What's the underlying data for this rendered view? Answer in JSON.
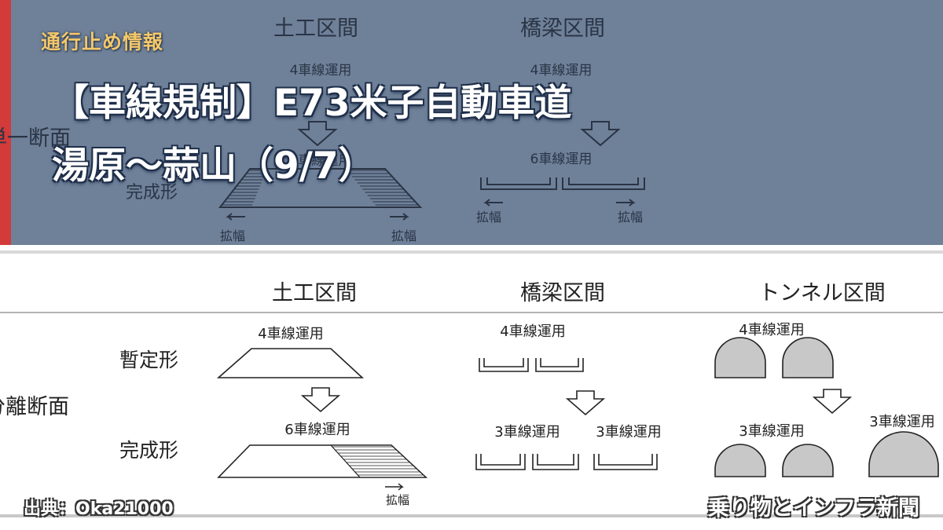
{
  "header": {
    "category": "通行止め情報",
    "headline_line1": "【車線規制】E73米子自動車道",
    "headline_line2": "湯原～蒜山（9/7）"
  },
  "background_diagram": {
    "sections": [
      "土工区間",
      "橋梁区間"
    ],
    "labels": {
      "row_label": "単一断面",
      "lanes4": "4車線運用",
      "lanes6_left": "6車線運用",
      "lanes6_right": "6車線運用",
      "bridge_lanes4": "4車線運用",
      "kansei": "完成形",
      "widen": "拡幅"
    }
  },
  "diagram": {
    "sections": {
      "earthwork": "土工区間",
      "bridge": "橋梁区間",
      "tunnel": "トンネル区間"
    },
    "row_label": "分離断面",
    "provisional_label": "暫定形",
    "completed_label": "完成形",
    "earthwork": {
      "top": "4車線運用",
      "bottom": "6車線運用",
      "widen": "拡幅"
    },
    "bridge": {
      "top": "4車線運用",
      "bottom_left": "3車線運用",
      "bottom_right": "3車線運用"
    },
    "tunnel": {
      "top": "4車線運用",
      "bottom_left": "3車線運用",
      "bottom_right": "3車線運用"
    }
  },
  "footer": {
    "source": "出典：Oka21000",
    "brand": "乗り物とインフラ新聞"
  },
  "colors": {
    "banner_bg": "#6f8199",
    "accent_red": "#d33a3a",
    "tag_yellow": "#f4c86a",
    "tunnel_fill": "#c8c8c8"
  }
}
